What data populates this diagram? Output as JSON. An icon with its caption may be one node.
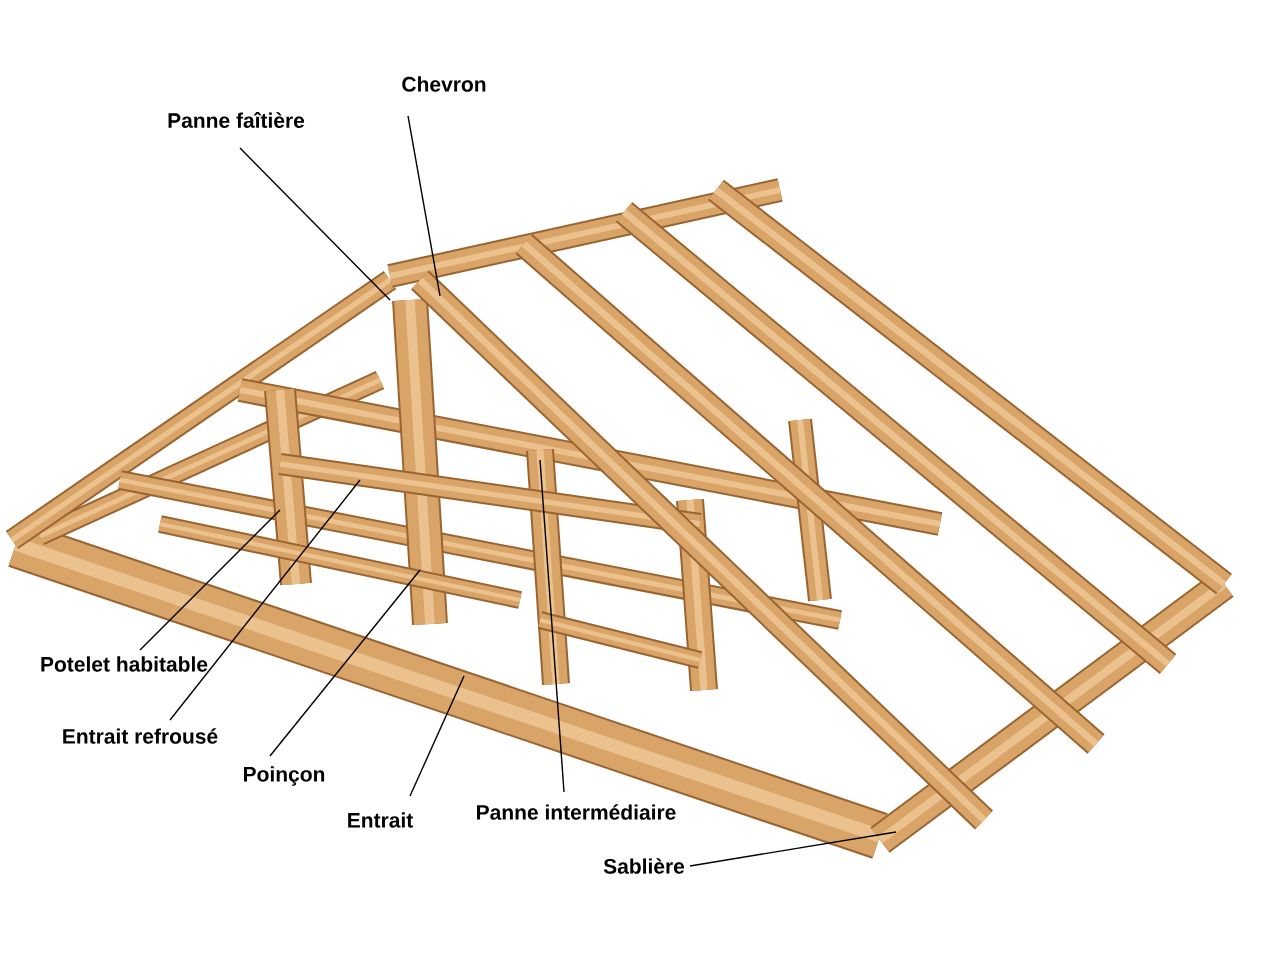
{
  "diagram": {
    "nodes": [
      {
        "text": [
          "Chevron"
        ]
      },
      {
        "text": [
          "Panne faîtière"
        ]
      },
      {
        "text": [
          "Potelet habitable"
        ]
      },
      {
        "text": [
          "Entrait refrousé"
        ]
      },
      {
        "text": [
          "Poinçon"
        ]
      },
      {
        "text": [
          "Entrait"
        ]
      },
      {
        "text": [
          "Panne intermédiaire"
        ]
      },
      {
        "text": [
          "Sablière"
        ]
      }
    ],
    "edges": [
      {
        "from": 0,
        "to": null,
        "arrow": "none"
      },
      {
        "from": 1,
        "to": null,
        "arrow": "none"
      },
      {
        "from": 2,
        "to": null,
        "arrow": "none"
      },
      {
        "from": 3,
        "to": null,
        "arrow": "none"
      },
      {
        "from": 4,
        "to": null,
        "arrow": "none"
      },
      {
        "from": 5,
        "to": null,
        "arrow": "none"
      },
      {
        "from": 6,
        "to": null,
        "arrow": "none"
      },
      {
        "from": 7,
        "to": null,
        "arrow": "none"
      }
    ]
  }
}
